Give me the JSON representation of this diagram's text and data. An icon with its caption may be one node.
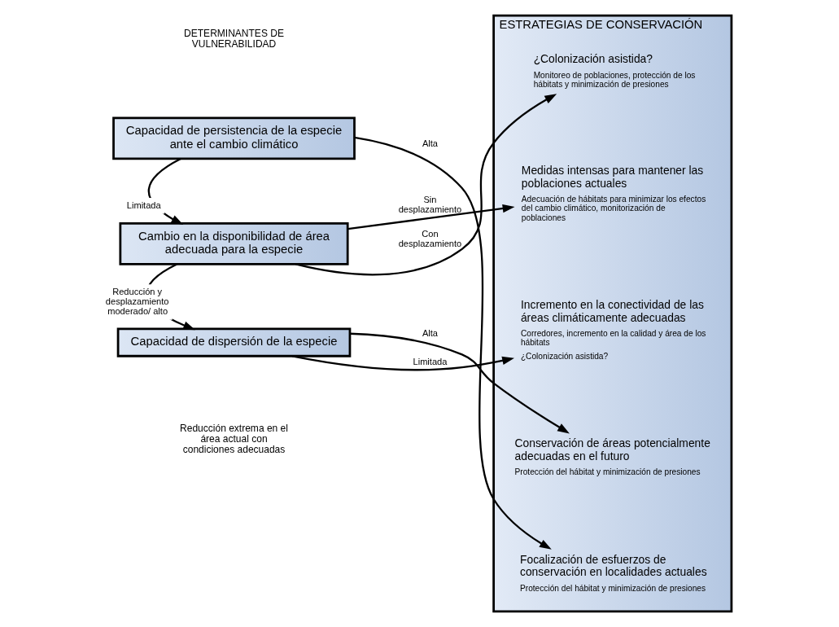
{
  "diagram": {
    "nodes": [
      {
        "text": [
          "Capacidad de persistencia de la especie ante el cambio climático"
        ]
      },
      {
        "text": [
          "Cambio en la disponibilidad de área adecuada para la especie"
        ]
      },
      {
        "text": [
          "Capacidad de dispersión de la especie"
        ]
      },
      {
        "text": [
          "ESTRATEGIAS DE CONSERVACIÓN"
        ]
      },
      {
        "text": [
          "Focalización de esfuerzos de conservación en localidades actuales",
          "Protección del hábitat y minimización de presiones"
        ],
        "in": 3
      },
      {
        "text": [
          "Conservación de áreas potencialmente adecuadas en el futuro",
          "Protección del hábitat y minimización de presiones"
        ],
        "in": 3
      },
      {
        "text": [
          "Incremento en la conectividad de las áreas climáticamente adecuadas",
          "Corredores, incremento en la calidad y área de los hábitats",
          "¿Colonización asistida?"
        ],
        "in": 3
      },
      {
        "text": [
          "Medidas intensas para mantener las poblaciones actuales",
          "Adecuación de hábitats para minimizar los efectos del cambio climático, monitorización de poblaciones"
        ],
        "in": 3
      },
      {
        "text": [
          "¿Colonización asistida?",
          "Monitoreo de poblaciones, protección de los hábitats y minimización de presiones"
        ],
        "in": 3
      }
    ],
    "edges": [
      {
        "from": 0,
        "to": 4,
        "arrow": "to",
        "label": "Alta"
      },
      {
        "from": 0,
        "to": 1,
        "arrow": "to",
        "label": "Limitada"
      },
      {
        "from": 1,
        "to": 2,
        "arrow": "to",
        "label": "Reducción y desplazamiento moderado/ alto"
      },
      {
        "from": 2,
        "to": 5,
        "arrow": "to",
        "label": "Alta"
      },
      {
        "from": 2,
        "to": 6,
        "arrow": "to",
        "label": "Limitada"
      },
      {
        "from": 1,
        "to": 7,
        "arrow": "to",
        "label": "Sin desplazamiento"
      },
      {
        "from": 1,
        "to": 8,
        "arrow": "to",
        "label": "Con desplazamiento"
      }
    ],
    "labels": [
      "DETERMINANTES DE VULNERABILIDAD",
      "Reducción extrema en el área actual con condiciones adecuadas"
    ]
  }
}
